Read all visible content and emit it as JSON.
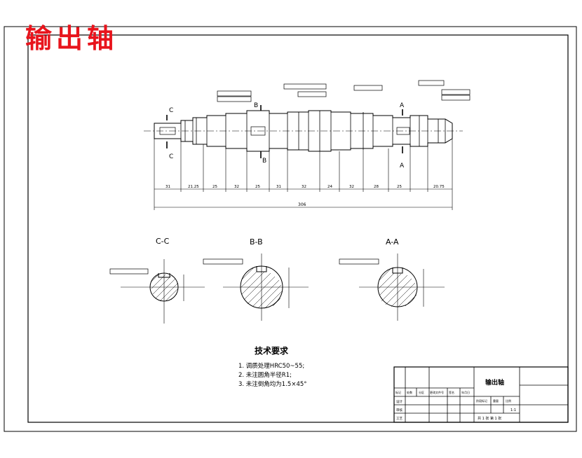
{
  "overlay_title": "输出轴",
  "sections": {
    "c_label": "C-C",
    "b_label": "B-B",
    "a_label": "A-A",
    "c_mark": "C",
    "b_mark": "B",
    "a_mark": "A"
  },
  "dimensions": {
    "segments": [
      "31",
      "21.25",
      "25",
      "32",
      "25",
      "31",
      "32",
      "24",
      "32",
      "28",
      "25",
      "20.75"
    ],
    "total": "306"
  },
  "tech_requirements": {
    "heading": "技术要求",
    "items": [
      "1. 调质处理HRC50~55;",
      "2. 未注圆角半径R1;",
      "3. 未注倒角均为1.5×45°"
    ]
  },
  "title_block": {
    "part_name": "输出轴",
    "scale": "1:1",
    "sheet_info": "共 1 张   第 1 张",
    "row_labels": [
      "设计",
      "审核",
      "工艺"
    ],
    "header_cells": [
      "标记",
      "处数",
      "分区",
      "更改文件号",
      "签名",
      "年月日"
    ],
    "stage_cells": [
      "阶段标记",
      "重量",
      "比例"
    ]
  },
  "colors": {
    "line": "#000000",
    "overlay": "#e8141c"
  }
}
